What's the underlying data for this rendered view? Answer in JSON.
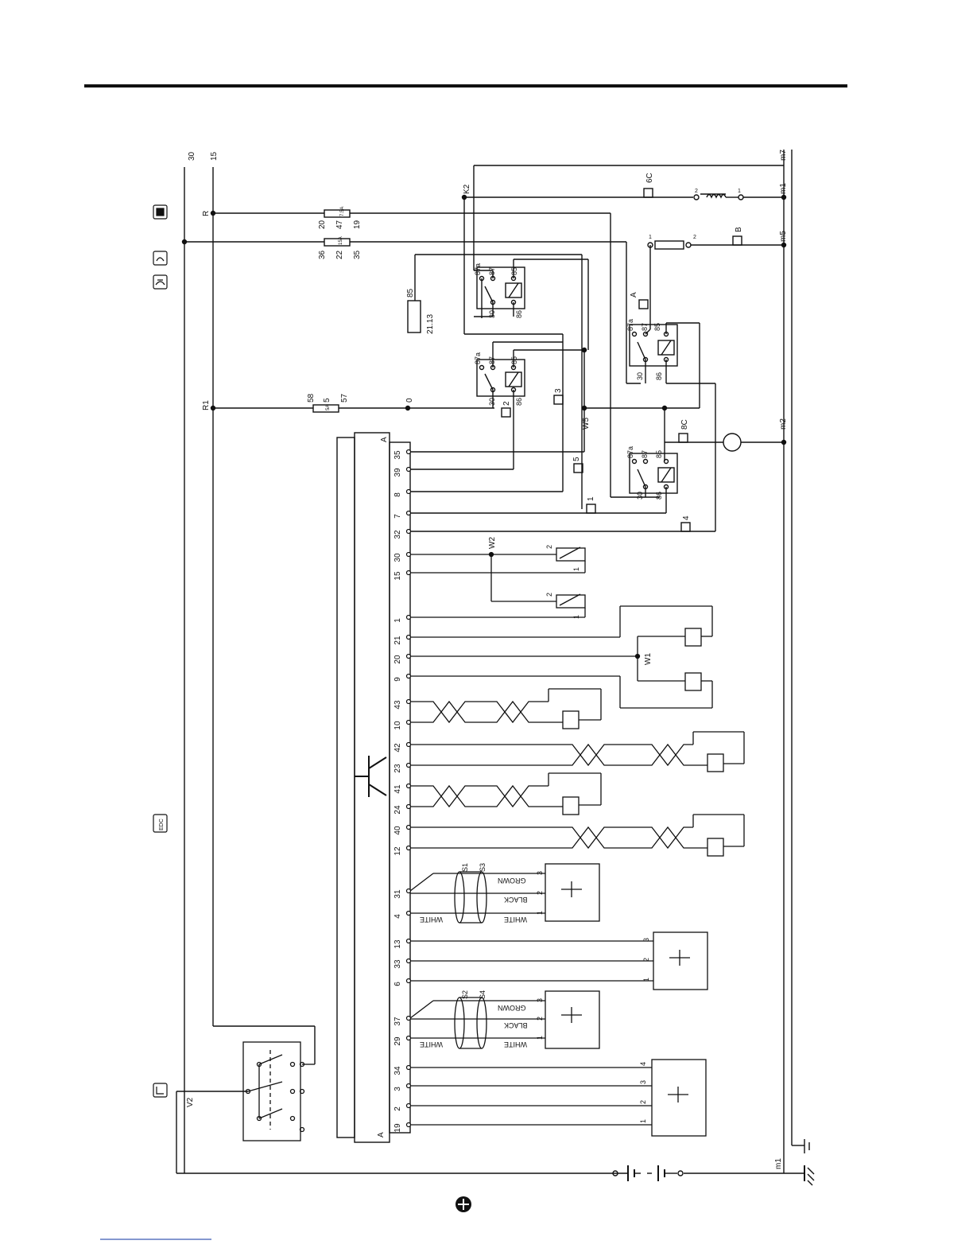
{
  "rails": {
    "r30": "30",
    "r15": "15",
    "r_r": "R",
    "r_r1": "R1",
    "r_v2": "V2"
  },
  "fuses": {
    "f1": {
      "rating": "7.5A",
      "left": "20",
      "mid": "47",
      "right": "19"
    },
    "f2": {
      "rating": "15A",
      "left": "36",
      "mid": "22",
      "right": "35"
    },
    "f3": {
      "rating": "5A",
      "left": "58",
      "mid": "5",
      "right": "57"
    }
  },
  "component_codes": {
    "c2113": "21.13",
    "c85": "85",
    "c0": "0"
  },
  "relay_pins": {
    "p87a": "87a",
    "p87": "87",
    "p85": "85",
    "p30": "30",
    "p86": "86"
  },
  "connectors": {
    "c6C": "6C",
    "cB": "B",
    "cA": "A",
    "c8C": "8C",
    "c3": "3",
    "c2": "2",
    "c5": "5",
    "c1": "1",
    "c4": "4"
  },
  "nodes": {
    "K2": "K2",
    "W5": "W5",
    "W2": "W2",
    "W1": "W1",
    "S1": "S1",
    "S3": "S3",
    "S2": "S2",
    "S4": "S4"
  },
  "grounds": {
    "m7": "m7",
    "m1a": "m1",
    "m5": "m5",
    "m2": "m2",
    "m1b": "m1"
  },
  "ecu": {
    "label_top": "A",
    "label_bottom": "A",
    "pins": [
      "35",
      "39",
      "8",
      "7",
      "32",
      "30",
      "15",
      "1",
      "21",
      "20",
      "9",
      "43",
      "10",
      "42",
      "23",
      "41",
      "24",
      "40",
      "12",
      "31",
      "4",
      "13",
      "33",
      "6",
      "37",
      "29",
      "34",
      "3",
      "2",
      "19"
    ]
  },
  "wire_colors": {
    "white": "WHITE",
    "black": "BLACK",
    "grown": "GROWN"
  },
  "pin_numbers": {
    "n1": "1",
    "n2": "2",
    "n3": "3",
    "n4": "4"
  },
  "icons": {
    "edc": "EDC"
  },
  "colors": {
    "line": "#111111",
    "background": "#ffffff"
  }
}
